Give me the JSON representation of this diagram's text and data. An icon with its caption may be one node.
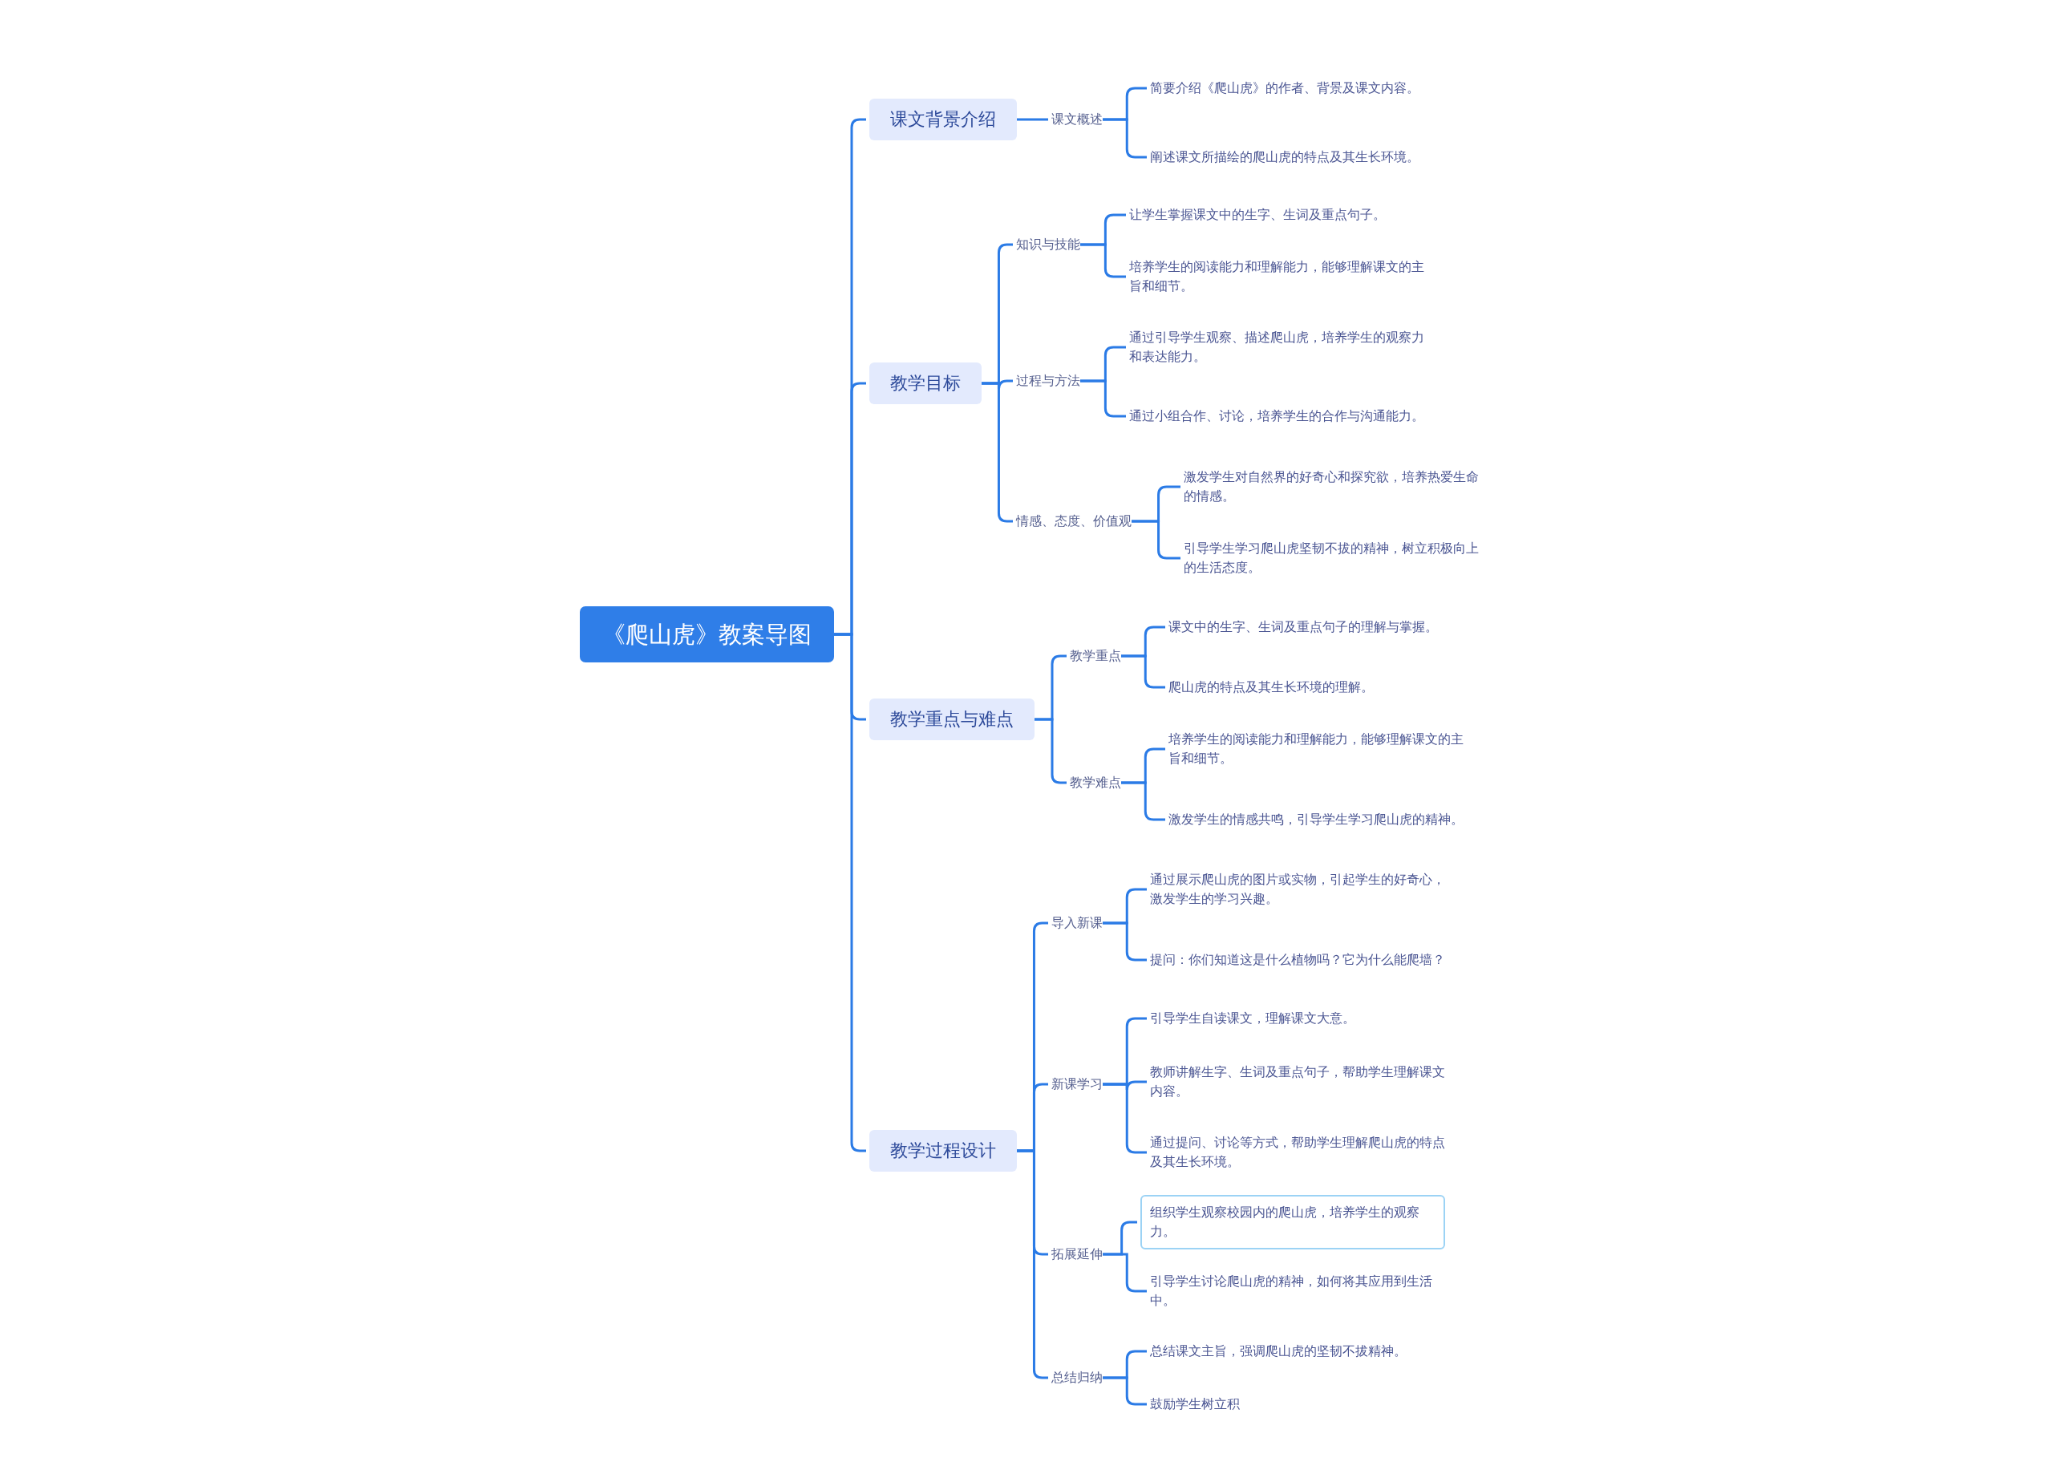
{
  "diagram": {
    "nodes": [
      {
        "text": [
          "《爬山虎》教案导图"
        ]
      },
      {
        "text": [
          "课文背景介绍"
        ]
      },
      {
        "text": [
          "课文概述"
        ]
      },
      {
        "text": [
          "简要介绍《爬山虎》的作者、背景及课文内容。"
        ]
      },
      {
        "text": [
          "阐述课文所描绘的爬山虎的特点及其生长环境。"
        ]
      },
      {
        "text": [
          "教学目标"
        ]
      },
      {
        "text": [
          "知识与技能"
        ]
      },
      {
        "text": [
          "让学生掌握课文中的生字、生词及重点句子。"
        ]
      },
      {
        "text": [
          "培养学生的阅读能力和理解能力，能够理解课文的主旨和细节。"
        ]
      },
      {
        "text": [
          "过程与方法"
        ]
      },
      {
        "text": [
          "通过引导学生观察、描述爬山虎，培养学生的观察力和表达能力。"
        ]
      },
      {
        "text": [
          "通过小组合作、讨论，培养学生的合作与沟通能力。"
        ]
      },
      {
        "text": [
          "情感、态度、价值观"
        ]
      },
      {
        "text": [
          "激发学生对自然界的好奇心和探究欲，培养热爱生命的情感。"
        ]
      },
      {
        "text": [
          "引导学生学习爬山虎坚韧不拔的精神，树立积极向上的生活态度。"
        ]
      },
      {
        "text": [
          "教学重点与难点"
        ]
      },
      {
        "text": [
          "教学重点"
        ]
      },
      {
        "text": [
          "课文中的生字、生词及重点句子的理解与掌握。"
        ]
      },
      {
        "text": [
          "爬山虎的特点及其生长环境的理解。"
        ]
      },
      {
        "text": [
          "教学难点"
        ]
      },
      {
        "text": [
          "培养学生的阅读能力和理解能力，能够理解课文的主旨和细节。"
        ]
      },
      {
        "text": [
          "激发学生的情感共鸣，引导学生学习爬山虎的精神。"
        ]
      },
      {
        "text": [
          "教学过程设计"
        ]
      },
      {
        "text": [
          "导入新课"
        ]
      },
      {
        "text": [
          "通过展示爬山虎的图片或实物，引起学生的好奇心，激发学生的学习兴趣。"
        ]
      },
      {
        "text": [
          "提问：你们知道这是什么植物吗？它为什么能爬墙？"
        ]
      },
      {
        "text": [
          "新课学习"
        ]
      },
      {
        "text": [
          "引导学生自读课文，理解课文大意。"
        ]
      },
      {
        "text": [
          "教师讲解生字、生词及重点句子，帮助学生理解课文内容。"
        ]
      },
      {
        "text": [
          "通过提问、讨论等方式，帮助学生理解爬山虎的特点及其生长环境。"
        ]
      },
      {
        "text": [
          "拓展延伸"
        ]
      },
      {
        "text": [
          "组织学生观察校园内的爬山虎，培养学生的观察力。"
        ]
      },
      {
        "text": [
          "引导学生讨论爬山虎的精神，如何将其应用到生活中。"
        ]
      },
      {
        "text": [
          "总结归纳"
        ]
      },
      {
        "text": [
          "总结课文主旨，强调爬山虎的坚韧不拔精神。"
        ]
      },
      {
        "text": [
          "鼓励学生树立积"
        ]
      }
    ],
    "edges": [
      {
        "from": 0,
        "to": 1,
        "arrow": "none"
      },
      {
        "from": 0,
        "to": 5,
        "arrow": "none"
      },
      {
        "from": 0,
        "to": 15,
        "arrow": "none"
      },
      {
        "from": 0,
        "to": 22,
        "arrow": "none"
      },
      {
        "from": 1,
        "to": 2,
        "arrow": "none"
      },
      {
        "from": 2,
        "to": 3,
        "arrow": "none"
      },
      {
        "from": 2,
        "to": 4,
        "arrow": "none"
      },
      {
        "from": 5,
        "to": 6,
        "arrow": "none"
      },
      {
        "from": 5,
        "to": 9,
        "arrow": "none"
      },
      {
        "from": 5,
        "to": 12,
        "arrow": "none"
      },
      {
        "from": 6,
        "to": 7,
        "arrow": "none"
      },
      {
        "from": 6,
        "to": 8,
        "arrow": "none"
      },
      {
        "from": 9,
        "to": 10,
        "arrow": "none"
      },
      {
        "from": 9,
        "to": 11,
        "arrow": "none"
      },
      {
        "from": 12,
        "to": 13,
        "arrow": "none"
      },
      {
        "from": 12,
        "to": 14,
        "arrow": "none"
      },
      {
        "from": 15,
        "to": 16,
        "arrow": "none"
      },
      {
        "from": 15,
        "to": 19,
        "arrow": "none"
      },
      {
        "from": 16,
        "to": 17,
        "arrow": "none"
      },
      {
        "from": 16,
        "to": 18,
        "arrow": "none"
      },
      {
        "from": 19,
        "to": 20,
        "arrow": "none"
      },
      {
        "from": 19,
        "to": 21,
        "arrow": "none"
      },
      {
        "from": 22,
        "to": 23,
        "arrow": "none"
      },
      {
        "from": 22,
        "to": 26,
        "arrow": "none"
      },
      {
        "from": 22,
        "to": 30,
        "arrow": "none"
      },
      {
        "from": 22,
        "to": 33,
        "arrow": "none"
      },
      {
        "from": 23,
        "to": 24,
        "arrow": "none"
      },
      {
        "from": 23,
        "to": 25,
        "arrow": "none"
      },
      {
        "from": 26,
        "to": 27,
        "arrow": "none"
      },
      {
        "from": 26,
        "to": 28,
        "arrow": "none"
      },
      {
        "from": 26,
        "to": 29,
        "arrow": "none"
      },
      {
        "from": 30,
        "to": 31,
        "arrow": "none"
      },
      {
        "from": 30,
        "to": 32,
        "arrow": "none"
      },
      {
        "from": 33,
        "to": 34,
        "arrow": "none"
      },
      {
        "from": 33,
        "to": 35,
        "arrow": "none"
      }
    ]
  }
}
